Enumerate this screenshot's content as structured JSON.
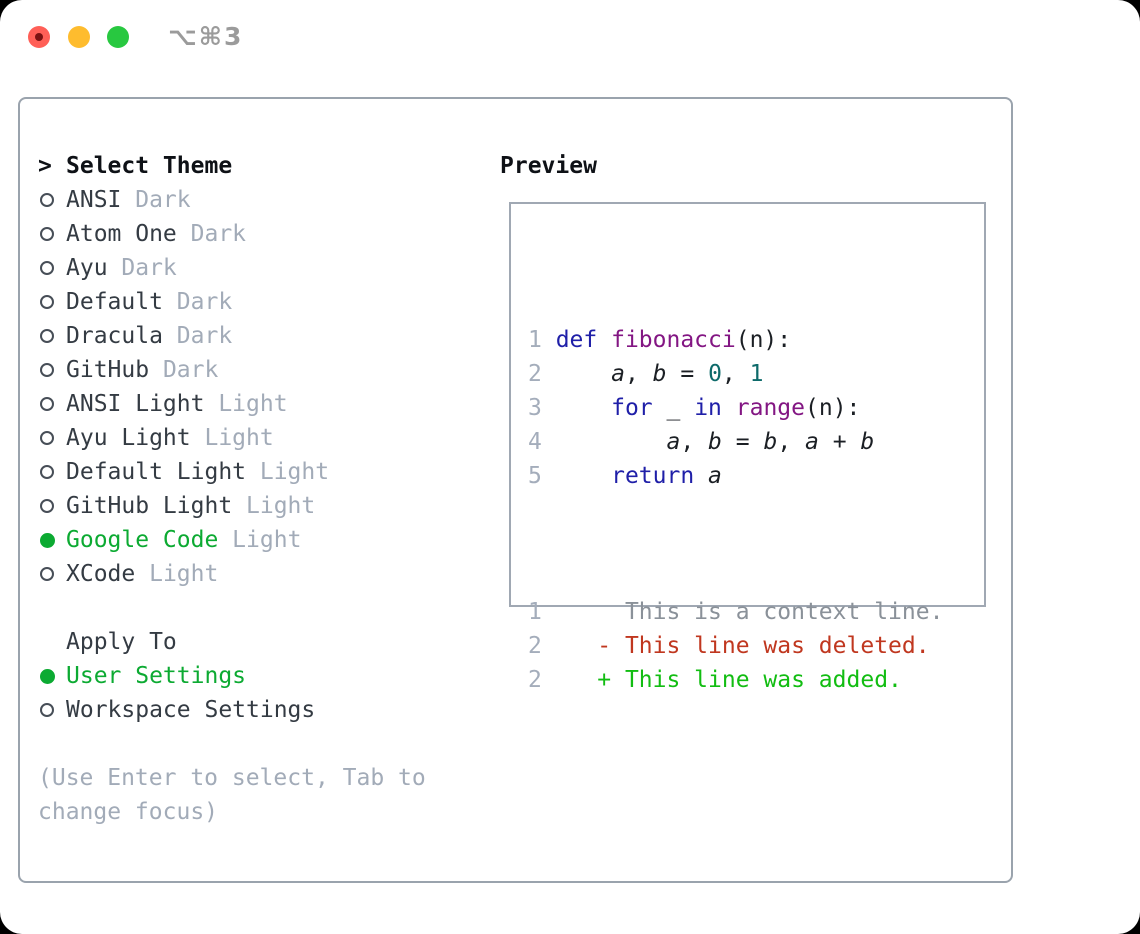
{
  "window": {
    "title": "⌥⌘3",
    "traffic_lights": {
      "close": "close-button",
      "minimize": "minimize-button",
      "zoom": "zoom-button"
    },
    "unsaved_indicator": true
  },
  "theme_panel": {
    "header_prefix": ">",
    "header": "Select Theme",
    "items": [
      {
        "name": "ANSI",
        "variant": "Dark",
        "selected": false
      },
      {
        "name": "Atom One",
        "variant": "Dark",
        "selected": false
      },
      {
        "name": "Ayu",
        "variant": "Dark",
        "selected": false
      },
      {
        "name": "Default",
        "variant": "Dark",
        "selected": false
      },
      {
        "name": "Dracula",
        "variant": "Dark",
        "selected": false
      },
      {
        "name": "GitHub",
        "variant": "Dark",
        "selected": false
      },
      {
        "name": "ANSI Light",
        "variant": "Light",
        "selected": false
      },
      {
        "name": "Ayu Light",
        "variant": "Light",
        "selected": false
      },
      {
        "name": "Default Light",
        "variant": "Light",
        "selected": false
      },
      {
        "name": "GitHub Light",
        "variant": "Light",
        "selected": false
      },
      {
        "name": "Google Code",
        "variant": "Light",
        "selected": true
      },
      {
        "name": "XCode",
        "variant": "Light",
        "selected": false
      }
    ],
    "apply_to": {
      "header": "Apply To",
      "options": [
        {
          "name": "User Settings",
          "selected": true
        },
        {
          "name": "Workspace Settings",
          "selected": false
        }
      ]
    },
    "hint_lines": [
      "(Use Enter to select, Tab to",
      "change focus)"
    ]
  },
  "preview": {
    "label": "Preview",
    "code_lines": [
      {
        "num": "1",
        "segments": [
          {
            "t": "def ",
            "s": "kwd"
          },
          {
            "t": "fibonacci",
            "s": "fn"
          },
          {
            "t": "(n):",
            "s": "pln"
          }
        ]
      },
      {
        "num": "2",
        "segments": [
          {
            "t": "    ",
            "s": "pln"
          },
          {
            "t": "a",
            "s": "var"
          },
          {
            "t": ", ",
            "s": "pln"
          },
          {
            "t": "b",
            "s": "var"
          },
          {
            "t": " = ",
            "s": "pln"
          },
          {
            "t": "0",
            "s": "lit"
          },
          {
            "t": ", ",
            "s": "pln"
          },
          {
            "t": "1",
            "s": "lit"
          }
        ]
      },
      {
        "num": "3",
        "segments": [
          {
            "t": "    ",
            "s": "pln"
          },
          {
            "t": "for",
            "s": "kwd"
          },
          {
            "t": " _ ",
            "s": "pln"
          },
          {
            "t": "in",
            "s": "kwd"
          },
          {
            "t": " ",
            "s": "pln"
          },
          {
            "t": "range",
            "s": "fn"
          },
          {
            "t": "(n):",
            "s": "pln"
          }
        ]
      },
      {
        "num": "4",
        "segments": [
          {
            "t": "        ",
            "s": "pln"
          },
          {
            "t": "a",
            "s": "var"
          },
          {
            "t": ", ",
            "s": "pln"
          },
          {
            "t": "b",
            "s": "var"
          },
          {
            "t": " = ",
            "s": "pln"
          },
          {
            "t": "b",
            "s": "var"
          },
          {
            "t": ", ",
            "s": "pln"
          },
          {
            "t": "a",
            "s": "var"
          },
          {
            "t": " + ",
            "s": "pln"
          },
          {
            "t": "b",
            "s": "var"
          }
        ]
      },
      {
        "num": "5",
        "segments": [
          {
            "t": "    ",
            "s": "pln"
          },
          {
            "t": "return",
            "s": "kwd"
          },
          {
            "t": " ",
            "s": "pln"
          },
          {
            "t": "a",
            "s": "var"
          }
        ]
      }
    ],
    "diff_lines": [
      {
        "num": "1",
        "marker": " ",
        "text": "This is a context line.",
        "style": "context"
      },
      {
        "num": "2",
        "marker": "-",
        "text": "This line was deleted.",
        "style": "deleted"
      },
      {
        "num": "2",
        "marker": "+",
        "text": "This line was added.",
        "style": "added"
      }
    ]
  },
  "colors": {
    "accent_green": "#0caa32",
    "added_green": "#12bd12",
    "deleted_red": "#c0371f",
    "context_gray": "#8a9199",
    "keyword_blue": "#1f1fa8",
    "function_purple": "#831683",
    "literal_teal": "#0d6a6a",
    "muted_gray": "#a2abb8",
    "line_number_gray": "#a4adbb",
    "border_gray": "#9aa3ad",
    "traffic_red": "#ff5f57",
    "traffic_yellow": "#febc2e",
    "traffic_green": "#28c840"
  }
}
